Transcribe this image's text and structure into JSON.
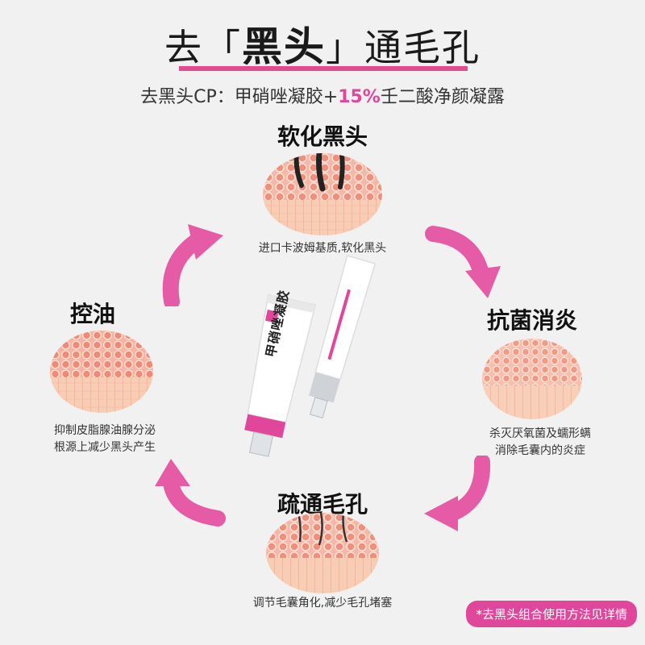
{
  "header": {
    "title_part1": "去",
    "title_bracket_open": "「",
    "title_bold": "黑头",
    "title_bracket_close": "」",
    "title_part2": "通毛孔",
    "subtitle_prefix": "去黑头CP：甲硝唑凝胶+",
    "subtitle_highlight": "15%",
    "subtitle_suffix": "壬二酸净颜凝露"
  },
  "stages": {
    "soften": {
      "title": "软化黑头",
      "desc": "进口卡波姆基质,软化黑头"
    },
    "antibacterial": {
      "title": "抗菌消炎",
      "desc_line1": "杀灭厌氧菌及蠕形螨",
      "desc_line2": "消除毛囊内的炎症"
    },
    "unclog": {
      "title": "疏通毛孔",
      "desc": "调节毛囊角化,减少毛孔堵塞"
    },
    "oil_control": {
      "title": "控油",
      "desc_line1": "抑制皮脂腺油腺分泌",
      "desc_line2": "根源上减少黑头产生"
    }
  },
  "product": {
    "tube_label": "甲硝唑凝胶"
  },
  "footer": {
    "note": "*去黑头组合使用方法见详情"
  },
  "colors": {
    "accent": "#e0479b",
    "arrow": "#e65ba5",
    "background": "#f1f1f1"
  }
}
